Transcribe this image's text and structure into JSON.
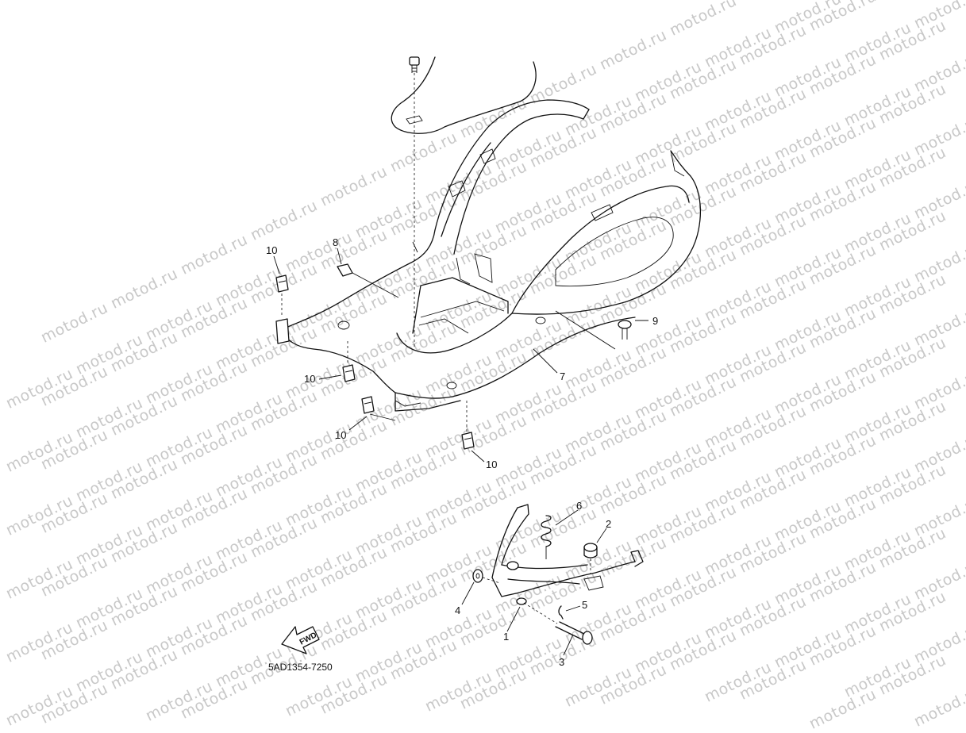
{
  "watermark": {
    "text": "motod.ru"
  },
  "diagram": {
    "part_code": "5AD1354-7250",
    "fwd_label": "FWD",
    "callouts": [
      {
        "id": "1",
        "label": "1"
      },
      {
        "id": "2",
        "label": "2"
      },
      {
        "id": "3",
        "label": "3"
      },
      {
        "id": "4",
        "label": "4"
      },
      {
        "id": "5",
        "label": "5"
      },
      {
        "id": "6",
        "label": "6"
      },
      {
        "id": "7",
        "label": "7"
      },
      {
        "id": "8",
        "label": "8"
      },
      {
        "id": "9",
        "label": "9"
      },
      {
        "id": "10a",
        "label": "10"
      },
      {
        "id": "10b",
        "label": "10"
      },
      {
        "id": "10c",
        "label": "10"
      },
      {
        "id": "10d",
        "label": "10"
      }
    ]
  }
}
